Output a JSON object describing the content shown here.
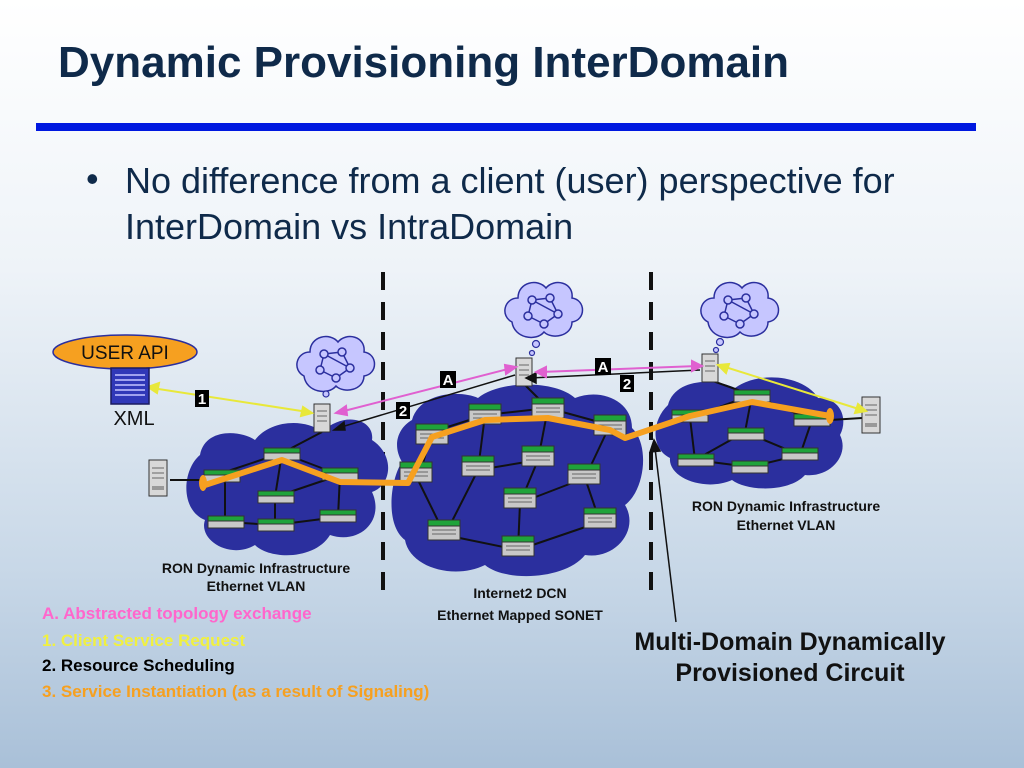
{
  "slide": {
    "title": "Dynamic Provisioning InterDomain",
    "bullet_symbol": "•",
    "bullet": "No difference from a client (user) perspective for InterDomain vs IntraDomain"
  },
  "diagram": {
    "user_api": "USER API",
    "xml": "XML",
    "step_1": "1",
    "step_2_left": "2",
    "step_2_right": "2",
    "step_a_left": "A",
    "step_a_right": "A",
    "left_domain_label_1": "RON Dynamic Infrastructure",
    "left_domain_label_2": "Ethernet VLAN",
    "center_domain_label_1": "Internet2 DCN",
    "center_domain_label_2": "Ethernet Mapped SONET",
    "right_domain_label_1": "RON Dynamic Infrastructure",
    "right_domain_label_2": "Ethernet VLAN",
    "circuit_label_1": "Multi-Domain Dynamically",
    "circuit_label_2": "Provisioned Circuit"
  },
  "legend": {
    "a": "A. Abstracted topology exchange",
    "one": "1. Client Service Request",
    "two": "2. Resource Scheduling",
    "three": "3. Service Instantiation (as a result of Signaling)"
  },
  "colors": {
    "title": "#0f2a4a",
    "rule": "#0018e0",
    "cloud": "#2b2f9e",
    "circuit": "#f6a020",
    "topology_exchange": "#e060d0",
    "client_request": "#f0f040",
    "legend_a": "#ff66cc",
    "legend_1": "#f0f040",
    "legend_2": "#000000",
    "legend_3": "#f6a020"
  }
}
